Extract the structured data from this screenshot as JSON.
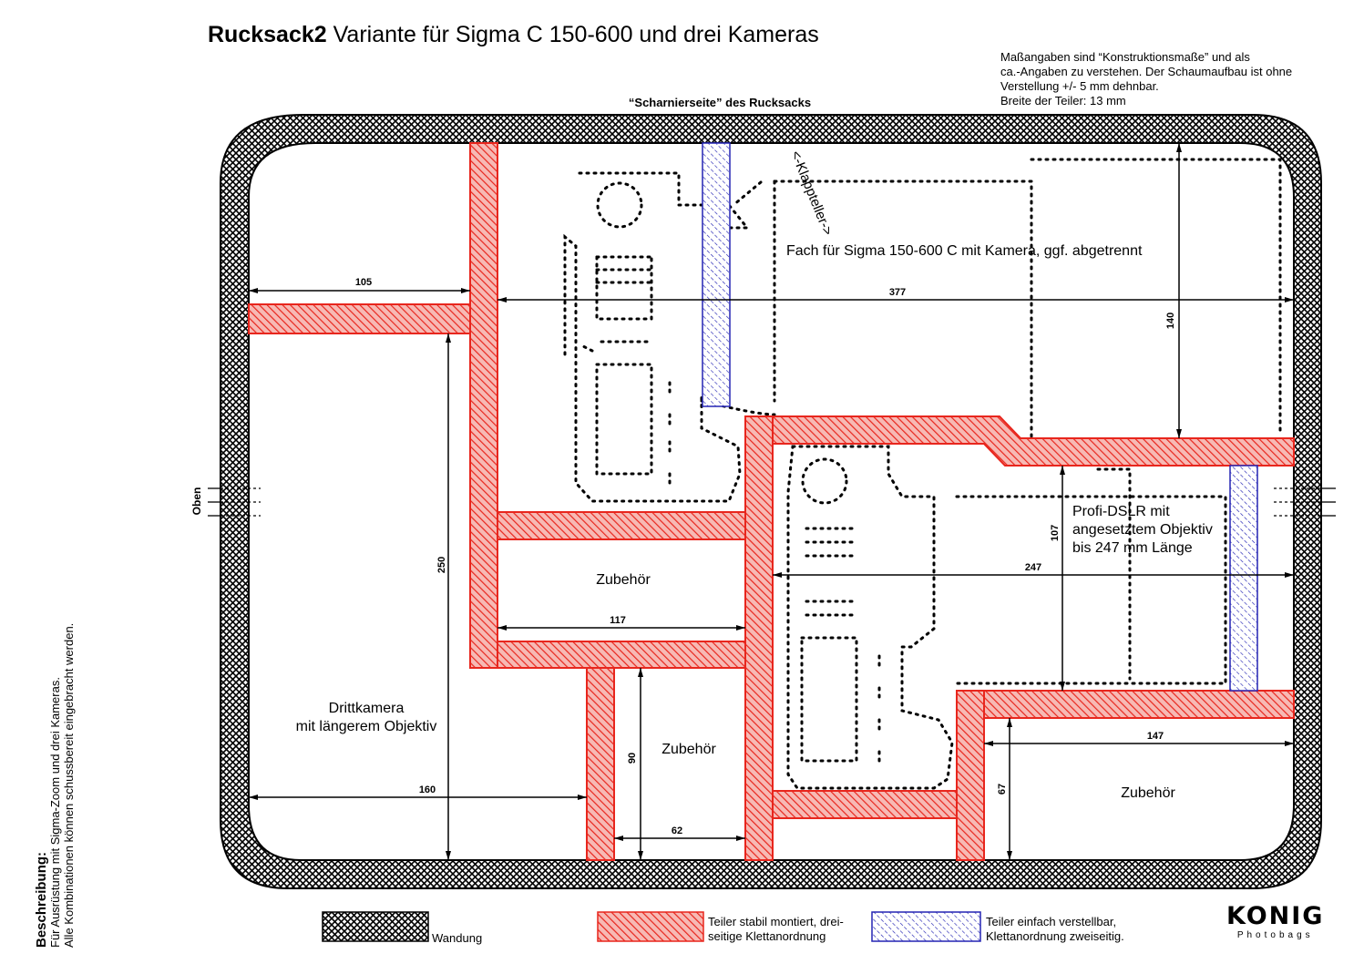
{
  "title": {
    "bold": "Rucksack2",
    "rest": " Variante für Sigma C 150-600 und drei Kameras"
  },
  "note": [
    "Maßangaben sind “Konstruktionsmaße” und als",
    "ca.-Angaben zu verstehen. Der Schaumaufbau ist ohne",
    "Verstellung +/- 5 mm dehnbar.",
    "Breite der Teiler: 13 mm"
  ],
  "hinge_side": "“Scharnierseite” des Rucksacks",
  "top_side": "Oben",
  "description": {
    "heading": "Beschreibung:",
    "line1": "Für Ausrüstung mit Sigma-Zoom und drei Kameras.",
    "line2": "Alle Kombinationen können schussbereit eingebracht werden."
  },
  "labels": {
    "flap": "<-Klappteller->",
    "sigma": "Fach für Sigma 150-600 C mit Kamera, ggf. abgetrennt",
    "dslr1": "Profi-DSLR mit",
    "dslr2": "angesetztem Objektiv",
    "dslr3": "bis 247 mm Länge",
    "acc1": "Zubehör",
    "acc2": "Zubehör",
    "acc3": "Zubehör",
    "third1": "Drittkamera",
    "third2": "mit längerem Objektiv"
  },
  "dimensions": {
    "d105": "105",
    "d377": "377",
    "d140": "140",
    "d250": "250",
    "d117": "117",
    "d107": "107",
    "d247": "247",
    "d160": "160",
    "d90": "90",
    "d62": "62",
    "d147": "147",
    "d67": "67"
  },
  "legend": {
    "wall": "Wandung",
    "fixed1": "Teiler stabil montiert, drei-",
    "fixed2": "seitige Klettanordnung",
    "adj1": "Teiler einfach verstellbar,",
    "adj2": "Klettanordnung zweiseitig."
  },
  "logo": {
    "brand": "KONIG",
    "sub": "Photobags"
  },
  "colors": {
    "wall": "#000000",
    "fixed": "#e8261d",
    "adjustable": "#2424b4"
  }
}
